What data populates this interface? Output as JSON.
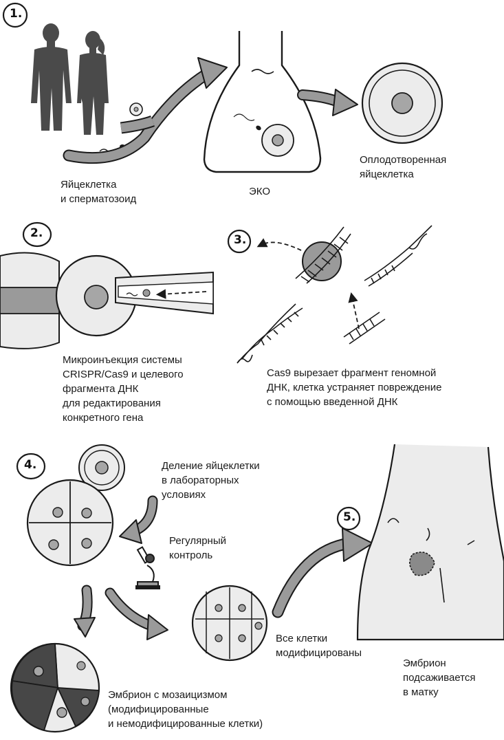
{
  "steps": {
    "s1": "1.",
    "s2": "2.",
    "s3": "3.",
    "s4": "4.",
    "s5": "5."
  },
  "labels": {
    "egg_sperm_1": "Яйцеклетка",
    "egg_sperm_2": "и сперматозоид",
    "ivf": "ЭКО",
    "fertilized_1": "Оплодотворенная",
    "fertilized_2": "яйцеклетка",
    "microinj_1": "Микроинъекция системы",
    "microinj_2": "CRISPR/Cas9 и целевого",
    "microinj_3": "фрагмента ДНК",
    "microinj_4": "для редактирования",
    "microinj_5": "конкретного гена",
    "cas9_1": "Cas9 вырезает фрагмент геномной",
    "cas9_2": "ДНК, клетка устраняет повреждение",
    "cas9_3": "с помощью введенной ДНК",
    "division_1": "Деление яйцеклетки",
    "division_2": "в лабораторных",
    "division_3": "условиях",
    "control_1": "Регулярный",
    "control_2": "контроль",
    "all_mod_1": "Все клетки",
    "all_mod_2": "модифицированы",
    "mosaic_1": "Эмбрион с мозаицизмом",
    "mosaic_2": "(модифицированные",
    "mosaic_3": "и немодифицированные клетки)",
    "implant_1": "Эмбрион",
    "implant_2": "подсаживается",
    "implant_3": "в матку"
  },
  "colors": {
    "ink": "#1a1a1a",
    "cell_fill": "#e6e6e6",
    "nucleus": "#a6a6a6",
    "arrow": "#9a9a9a",
    "silhouette": "#4a4a4a",
    "modified_dark": "#474747",
    "body_fill": "#ececec",
    "embryo_patch": "#8a8a8a"
  },
  "icons": {
    "microscope": "microscope-icon",
    "sperm": "sperm-icon"
  }
}
